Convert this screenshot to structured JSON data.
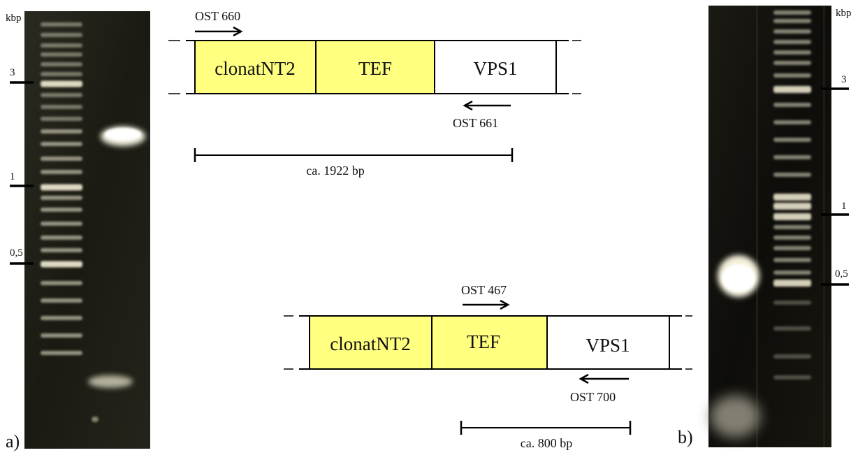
{
  "panel_a": {
    "label": "a)",
    "unit_label": "kbp",
    "size_markers": [
      "3",
      "1",
      "0,5"
    ]
  },
  "panel_b": {
    "label": "b)",
    "unit_label": "kbp",
    "size_markers": [
      "3",
      "1",
      "0,5"
    ]
  },
  "construct_top": {
    "segments": [
      "clonatNT2",
      "TEF",
      "VPS1"
    ],
    "forward_primer": "OST 660",
    "reverse_primer": "OST 661",
    "product_size": "ca. 1922 bp"
  },
  "construct_bottom": {
    "segments": [
      "clonatNT2",
      "TEF",
      "VPS1"
    ],
    "forward_primer": "OST 467",
    "reverse_primer": "OST 700",
    "product_size": "ca. 800 bp"
  },
  "colors": {
    "gene_fill": "#ffff80",
    "vps_fill": "#ffffff",
    "gel_background": "#0d0c09",
    "band": "#fffbe8"
  }
}
